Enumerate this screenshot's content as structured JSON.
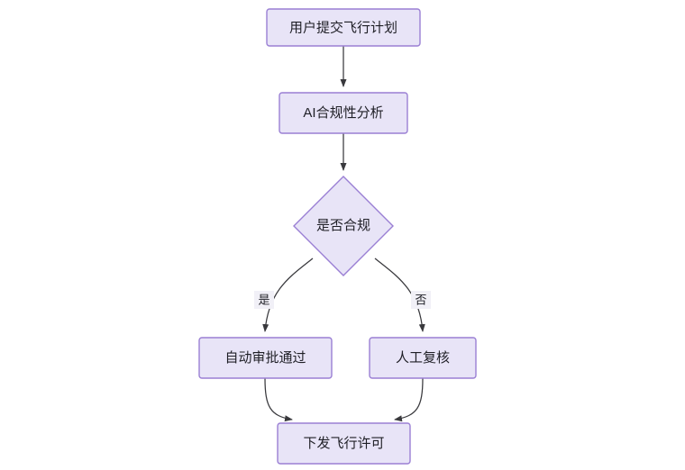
{
  "diagram": {
    "type": "flowchart",
    "direction": "top-to-bottom",
    "background_color": "#ffffff",
    "node_fill_color": "#e8e4f7",
    "node_border_color": "#9a7fd4",
    "edge_color": "#39393d",
    "text_color": "#1f1f26",
    "nodes": [
      {
        "id": "submit",
        "label": "用户提交飞行计划",
        "shape": "rectangle"
      },
      {
        "id": "analysis",
        "label": "AI合规性分析",
        "shape": "rectangle"
      },
      {
        "id": "decision",
        "label": "是否合规",
        "shape": "diamond"
      },
      {
        "id": "auto_approve",
        "label": "自动审批通过",
        "shape": "rectangle"
      },
      {
        "id": "manual_review",
        "label": "人工复核",
        "shape": "rectangle"
      },
      {
        "id": "issue_permit",
        "label": "下发飞行许可",
        "shape": "rectangle"
      }
    ],
    "edges": [
      {
        "from": "submit",
        "to": "analysis",
        "label": ""
      },
      {
        "from": "analysis",
        "to": "decision",
        "label": ""
      },
      {
        "from": "decision",
        "to": "auto_approve",
        "label": "是"
      },
      {
        "from": "decision",
        "to": "manual_review",
        "label": "否"
      },
      {
        "from": "auto_approve",
        "to": "issue_permit",
        "label": ""
      },
      {
        "from": "manual_review",
        "to": "issue_permit",
        "label": ""
      }
    ]
  }
}
